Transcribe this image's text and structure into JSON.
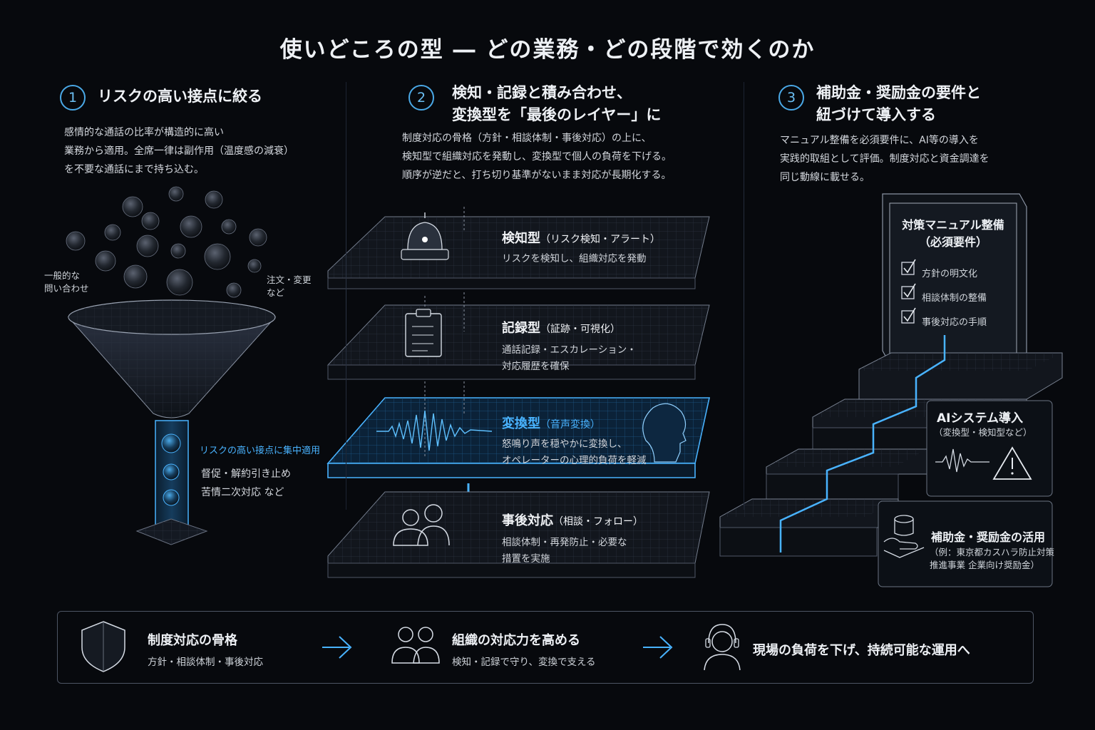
{
  "title": "使いどころの型 ― どの業務・どの段階で効くのか",
  "colors": {
    "accent": "#49b3ff",
    "background": "#07090d",
    "grid": "#3a4150"
  },
  "section1": {
    "num": "1",
    "title": "リスクの高い接点に絞る",
    "body": [
      "感情的な通話の比率が構造的に高い",
      "業務から適用。全席一律は副作用（温度感の減衰）",
      "を不要な通話にまで持ち込む。"
    ],
    "label_left": [
      "一般的な",
      "問い合わせ"
    ],
    "label_right": [
      "注文・変更",
      "など"
    ],
    "focus_label": "リスクの高い接点に集中適用",
    "focus_items": [
      "督促・解約引き止め",
      "苦情二次対応 など"
    ]
  },
  "section2": {
    "num": "2",
    "title": [
      "検知・記録と積み合わせ、",
      "変換型を「最後のレイヤー」に"
    ],
    "body": [
      "制度対応の骨格（方針・相談体制・事後対応）の上に、",
      "検知型で組織対応を発動し、変換型で個人の負荷を下げる。",
      "順序が逆だと、打ち切り基準がないまま対応が長期化する。"
    ],
    "layers": [
      {
        "title": "検知型",
        "sub": "（リスク検知・アラート）",
        "desc": [
          "リスクを検知し、組織対応を発動"
        ],
        "icon": "alarm-light-icon"
      },
      {
        "title": "記録型",
        "sub": "（証跡・可視化）",
        "desc": [
          "通話記録・エスカレーション・",
          "対応履歴を確保"
        ],
        "icon": "clipboard-icon"
      },
      {
        "title": "変換型",
        "sub": "（音声変換）",
        "desc": [
          "怒鳴り声を穏やかに変換し、",
          "オペレーターの心理的負荷を軽減"
        ],
        "icon": "waveform-head-icon"
      },
      {
        "title": "事後対応",
        "sub": "（相談・フォロー）",
        "desc": [
          "相談体制・再発防止・必要な",
          "措置を実施"
        ],
        "icon": "people-icon"
      }
    ]
  },
  "section3": {
    "num": "3",
    "title": [
      "補助金・奨励金の要件と",
      "紐づけて導入する"
    ],
    "body": [
      "マニュアル整備を必須要件に、AI等の導入を",
      "実践的取組として評価。制度対応と資金調達を",
      "同じ動線に載せる。"
    ],
    "manual": {
      "title": [
        "対策マニュアル整備",
        "（必須要件）"
      ],
      "items": [
        "方針の明文化",
        "相談体制の整備",
        "事後対応の手順"
      ]
    },
    "ai_card": {
      "title": "AIシステム導入",
      "sub": "（変換型・検知型など）"
    },
    "subsidy_card": {
      "title": "補助金・奨励金の活用",
      "sub": [
        "（例：東京都カスハラ防止対策",
        "推進事業 企業向け奨励金）"
      ]
    }
  },
  "bottom": [
    {
      "title": "制度対応の骨格",
      "sub": "方針・相談体制・事後対応",
      "icon": "shield-icon"
    },
    {
      "title": "組織の対応力を高める",
      "sub": "検知・記録で守り、変換で支える",
      "icon": "people-icon"
    },
    {
      "title": "現場の負荷を下げ、持続可能な運用へ",
      "sub": "",
      "icon": "headset-operator-icon"
    }
  ]
}
